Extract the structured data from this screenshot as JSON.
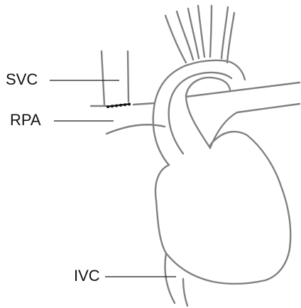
{
  "labels": {
    "svc": "SVC",
    "rpa": "RPA",
    "ivc": "IVC"
  },
  "colors": {
    "outline": "#808080",
    "leader": "#1a1a1a",
    "suture": "#111111",
    "background": "#ffffff"
  }
}
